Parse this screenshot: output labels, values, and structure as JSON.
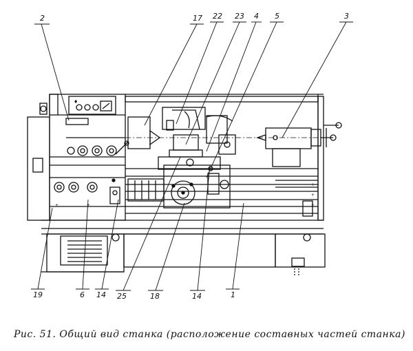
{
  "caption": "Рис. 51. Общий вид станка (расположение составных частей станка)",
  "callouts": {
    "c2": "2",
    "c17": "17",
    "c22": "22",
    "c23": "23",
    "c4": "4",
    "c5": "5",
    "c3": "3",
    "c19": "19",
    "c6": "6",
    "c14a": "14",
    "c25": "25",
    "c18": "18",
    "c14b": "14",
    "c1": "1"
  }
}
